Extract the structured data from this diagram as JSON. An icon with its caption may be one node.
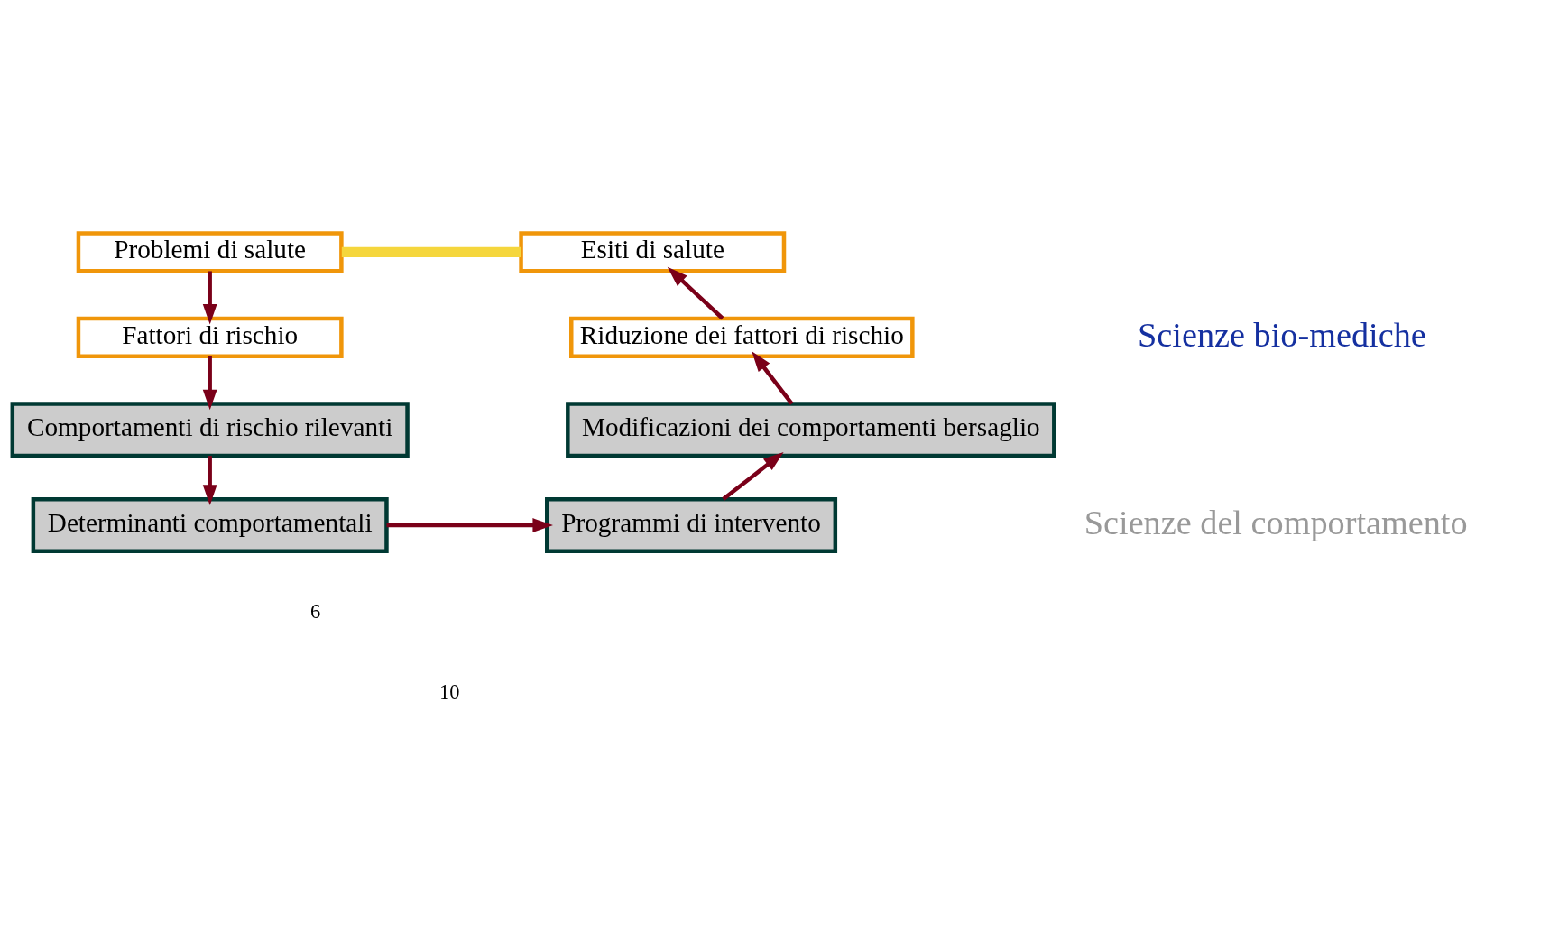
{
  "diagram": {
    "nodes": [
      {
        "text": [
          "Problemi di salute"
        ]
      },
      {
        "text": [
          "Fattori di rischio"
        ]
      },
      {
        "text": [
          "Comportamenti di rischio rilevanti"
        ]
      },
      {
        "text": [
          "Determinanti comportamentali"
        ]
      },
      {
        "text": [
          "Programmi di intervento"
        ]
      },
      {
        "text": [
          "Modificazioni dei comportamenti bersaglio"
        ]
      },
      {
        "text": [
          "Riduzione dei fattori di rischio"
        ]
      },
      {
        "text": [
          "Esiti di salute"
        ]
      }
    ],
    "edges": [
      {
        "from": 0,
        "to": 1,
        "arrow": "to"
      },
      {
        "from": 1,
        "to": 2,
        "arrow": "to"
      },
      {
        "from": 2,
        "to": 3,
        "arrow": "to"
      },
      {
        "from": 3,
        "to": 4,
        "arrow": "to"
      },
      {
        "from": 4,
        "to": 5,
        "arrow": "to"
      },
      {
        "from": 5,
        "to": 6,
        "arrow": "to"
      },
      {
        "from": 6,
        "to": 7,
        "arrow": "to"
      },
      {
        "from": 0,
        "to": 7,
        "arrow": "none",
        "style": "thick",
        "color": "#f5d63c"
      }
    ],
    "labels": [
      "Scienze bio-mediche",
      "Scienze del comportamento",
      "6",
      "10"
    ]
  }
}
